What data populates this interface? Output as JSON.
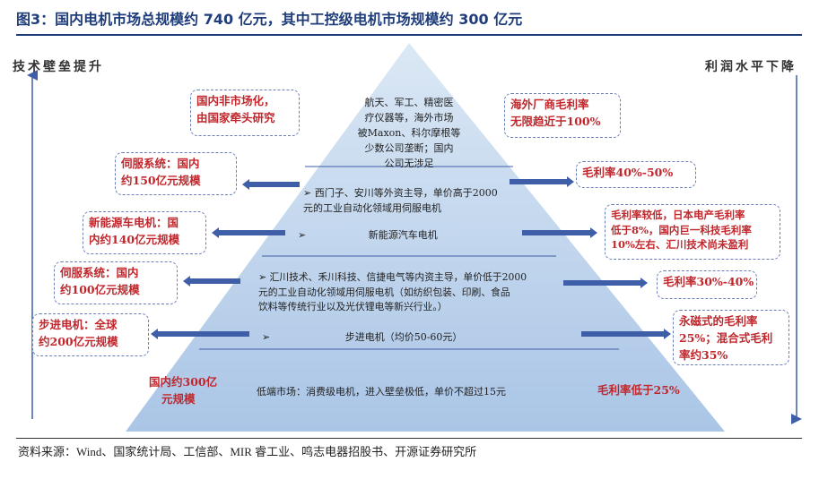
{
  "title": "图3：国内电机市场总规模约 740 亿元，其中工控级电机市场规模约 300 亿元",
  "source": "资料来源：Wind、国家统计局、工信部、MIR 睿工业、鸣志电器招股书、开源证券研究所",
  "axes": {
    "left": "技术壁垒提升",
    "right": "利润水平下降"
  },
  "colors": {
    "title": "#1f3d7a",
    "arrow": "#3f5ea8",
    "highlight_red": "#c0272d",
    "pyramid_top": "#cfe0f2",
    "pyramid_bottom": "#b2cbe8"
  },
  "tiers": [
    {
      "left_box": [
        "国内非市场化，",
        "由国家牵头研究"
      ],
      "center": [
        "航天、军工、精密医",
        "疗仪器等，海外市场",
        "被Maxon、科尔摩根等",
        "少数公司垄断；国内",
        "公司无涉足"
      ],
      "right_box": [
        "海外厂商毛利率",
        "无限趋近于100%"
      ]
    },
    {
      "left_box": [
        "伺服系统：国内",
        "约150亿元规模"
      ],
      "center": [
        "西门子、安川等外资主导，单价高于2000",
        "元的工业自动化领域用伺服电机"
      ],
      "right_box": [
        "毛利率40%-50%"
      ]
    },
    {
      "left_box": [
        "新能源车电机：国",
        "内约140亿元规模"
      ],
      "center": [
        "新能源汽车电机"
      ],
      "right_box": [
        "毛利率较低，日本电产毛利率",
        "低于8%，国内巨一科技毛利率",
        "10%左右、汇川技术尚未盈利"
      ]
    },
    {
      "left_box": [
        "伺服系统：国内",
        "约100亿元规模"
      ],
      "center": [
        "汇川技术、禾川科技、信捷电气等内资主导，单价低于2000",
        "元的工业自动化领域用伺服电机（如纺织包装、印刷、食品",
        "饮料等传统行业以及光伏锂电等新兴行业。）"
      ],
      "right_box": [
        "毛利率30%-40%"
      ]
    },
    {
      "left_box": [
        "步进电机：全球",
        "约200亿元规模"
      ],
      "center": [
        "步进电机（均价50-60元）"
      ],
      "right_box": [
        "永磁式的毛利率",
        "25%；混合式毛利",
        "率约35%"
      ]
    },
    {
      "left_box": [
        "国内约300亿",
        "元规模"
      ],
      "center": [
        "低端市场：消费级电机，进入壁垒极低，单价不超过15元"
      ],
      "right_box": [
        "毛利率低于25%"
      ]
    }
  ],
  "bullet": "➢"
}
